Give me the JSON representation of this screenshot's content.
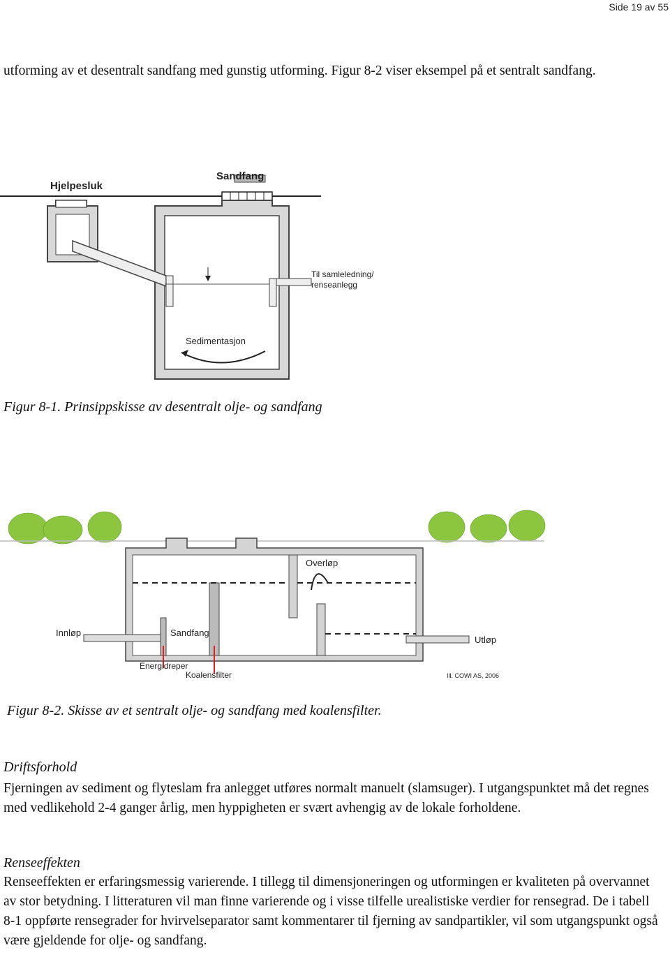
{
  "header": {
    "page_label": "Side 19 av 55"
  },
  "intro_paragraph": "utforming av et desentralt sandfang med gunstig utforming. Figur 8-2 viser eksempel på et sentralt sandfang.",
  "figure1": {
    "labels": {
      "hjelpesluk": "Hjelpesluk",
      "sandfang": "Sandfang",
      "outlet_line1": "Til samleledning/",
      "outlet_line2": "renseanlegg",
      "sedimentasjon": "Sedimentasjon"
    },
    "caption": "Figur 8-1. Prinsippskisse av desentralt olje- og sandfang"
  },
  "figure2": {
    "labels": {
      "overlop": "Overløp",
      "innlop": "Innløp",
      "sandfang": "Sandfang",
      "utlop": "Utløp",
      "energidreper": "Energidreper",
      "koalensfilter": "Koalensfilter",
      "credit": "Ill. COWI AS, 2006"
    },
    "caption": "Figur 8-2. Skisse av et sentralt olje- og sandfang med koalensfilter."
  },
  "sections": [
    {
      "heading": "Driftsforhold",
      "body": "Fjerningen av sediment og flyteslam fra anlegget utføres normalt manuelt (slamsuger). I utgangspunktet må det regnes med vedlikehold 2-4 ganger årlig, men hyppigheten er svært avhengig av de lokale forholdene."
    },
    {
      "heading": "Renseeffekten",
      "body": "Renseeffekten er erfaringsmessig varierende. I tillegg til dimensjoneringen og utformingen er kvaliteten på overvannet av stor betydning. I litteraturen vil man finne varierende og i visse tilfelle urealistiske verdier for rensegrad. De i tabell 8-1 oppførte rensegrader for hvirvelseparator samt kommentarer til fjerning av sandpartikler, vil som utgangspunkt også være gjeldende for olje- og sandfang."
    }
  ],
  "colors": {
    "wall_fill": "#d8d8d8",
    "wall_stroke": "#444444",
    "grass": "#8cc63f",
    "red_marker": "#e02020"
  }
}
